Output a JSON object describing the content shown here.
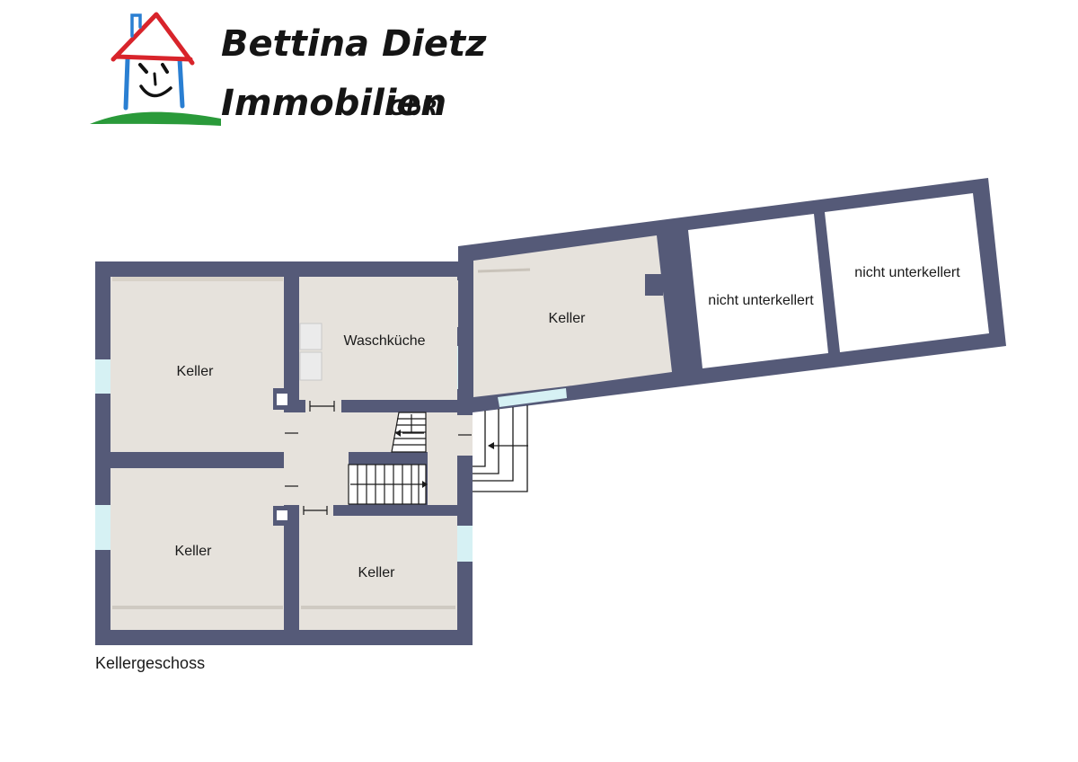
{
  "company": {
    "name_line1": "Bettina Dietz",
    "name_line2": "Immobilien",
    "legal_form": "GbR"
  },
  "rooms": {
    "keller_top_left": "Keller",
    "waschkueche": "Waschküche",
    "keller_annex": "Keller",
    "keller_bottom_left": "Keller",
    "keller_bottom_center": "Keller",
    "not_basement_1": "nicht unterkellert",
    "not_basement_2": "nicht unterkellert"
  },
  "floor_label": "Kellergeschoss",
  "colors": {
    "wall": "#555a78",
    "room_fill": "#e6e2dc",
    "window": "#d6f1f4",
    "logo_roof": "#d8242b",
    "logo_walls": "#2a7fd2",
    "logo_grass": "#2a9a3a"
  }
}
